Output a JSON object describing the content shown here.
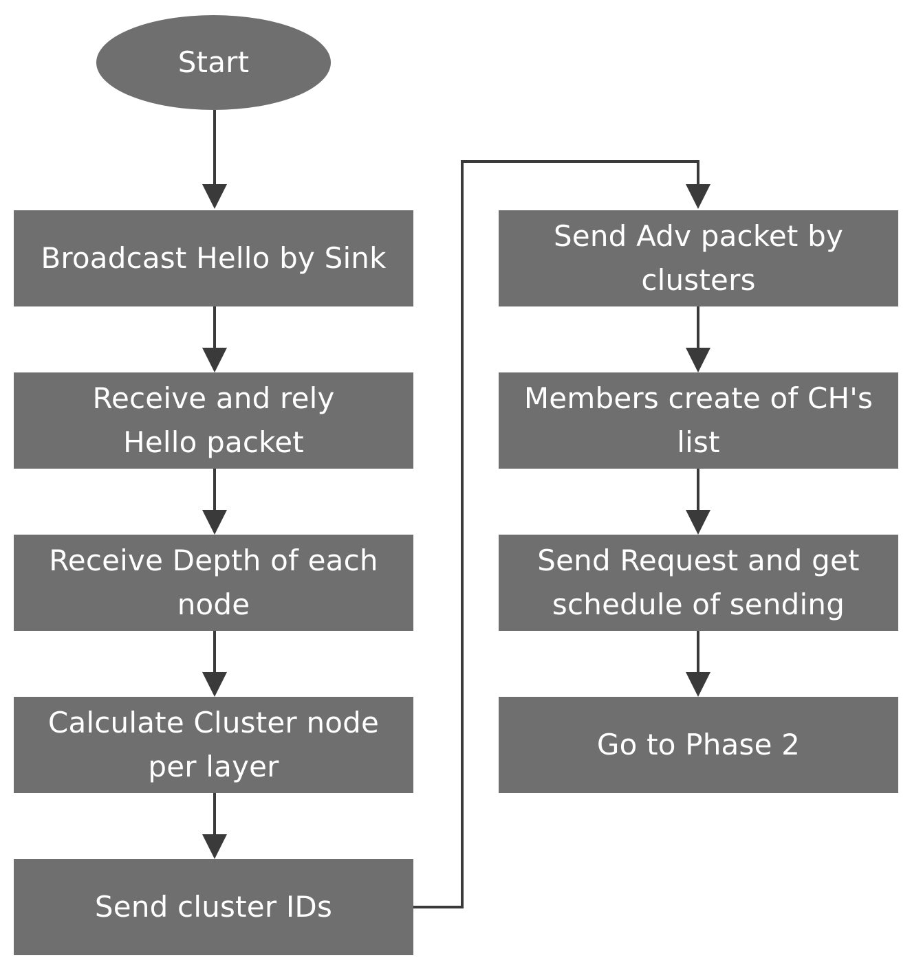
{
  "diagram": {
    "start": {
      "label": "Start"
    },
    "left_steps": [
      {
        "label": "Broadcast Hello by Sink"
      },
      {
        "label": "Receive and rely Hello packet"
      },
      {
        "label": "Receive Depth of each node"
      },
      {
        "label": "Calculate Cluster node per layer"
      },
      {
        "label": "Send cluster IDs"
      }
    ],
    "right_steps": [
      {
        "label": "Send Adv packet by clusters"
      },
      {
        "label": "Members create of CH's list"
      },
      {
        "label": "Send Request and get schedule of sending"
      },
      {
        "label": "Go to Phase 2"
      }
    ],
    "colors": {
      "node_fill": "#6f6f6f",
      "node_text": "#ffffff",
      "connector": "#3a3a3a"
    }
  }
}
